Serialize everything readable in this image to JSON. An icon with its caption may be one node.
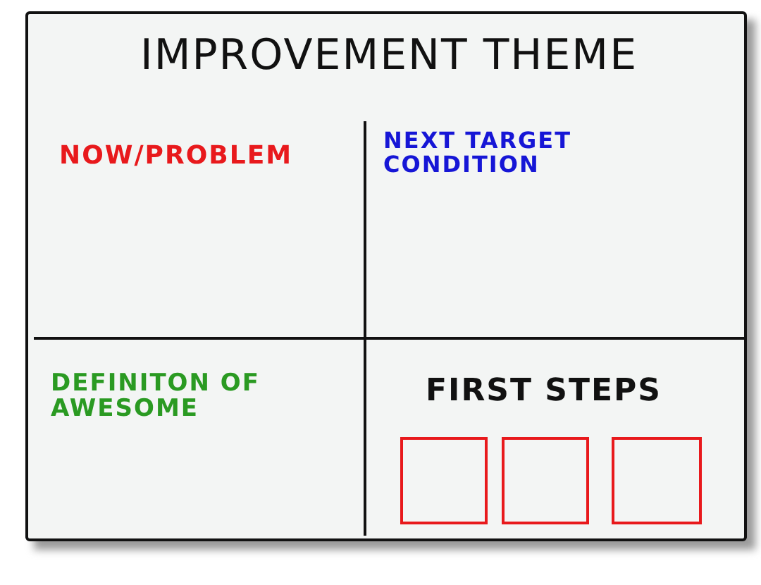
{
  "diagram": {
    "nodes": [
      {
        "text": [
          "IMPROVEMENT THEME"
        ]
      },
      {
        "text": [
          "NOW/PROBLEM"
        ],
        "in": 0
      },
      {
        "text": [
          "NEXT TARGET CONDITION"
        ],
        "in": 0
      },
      {
        "text": [
          "DEFINITON OF AWESOME"
        ],
        "in": 0
      },
      {
        "text": [
          "FIRST STEPS"
        ],
        "in": 0
      },
      {
        "text": [],
        "shape": "box",
        "in": 4
      },
      {
        "text": [],
        "shape": "box",
        "in": 4
      },
      {
        "text": [],
        "shape": "box",
        "in": 4
      }
    ]
  }
}
